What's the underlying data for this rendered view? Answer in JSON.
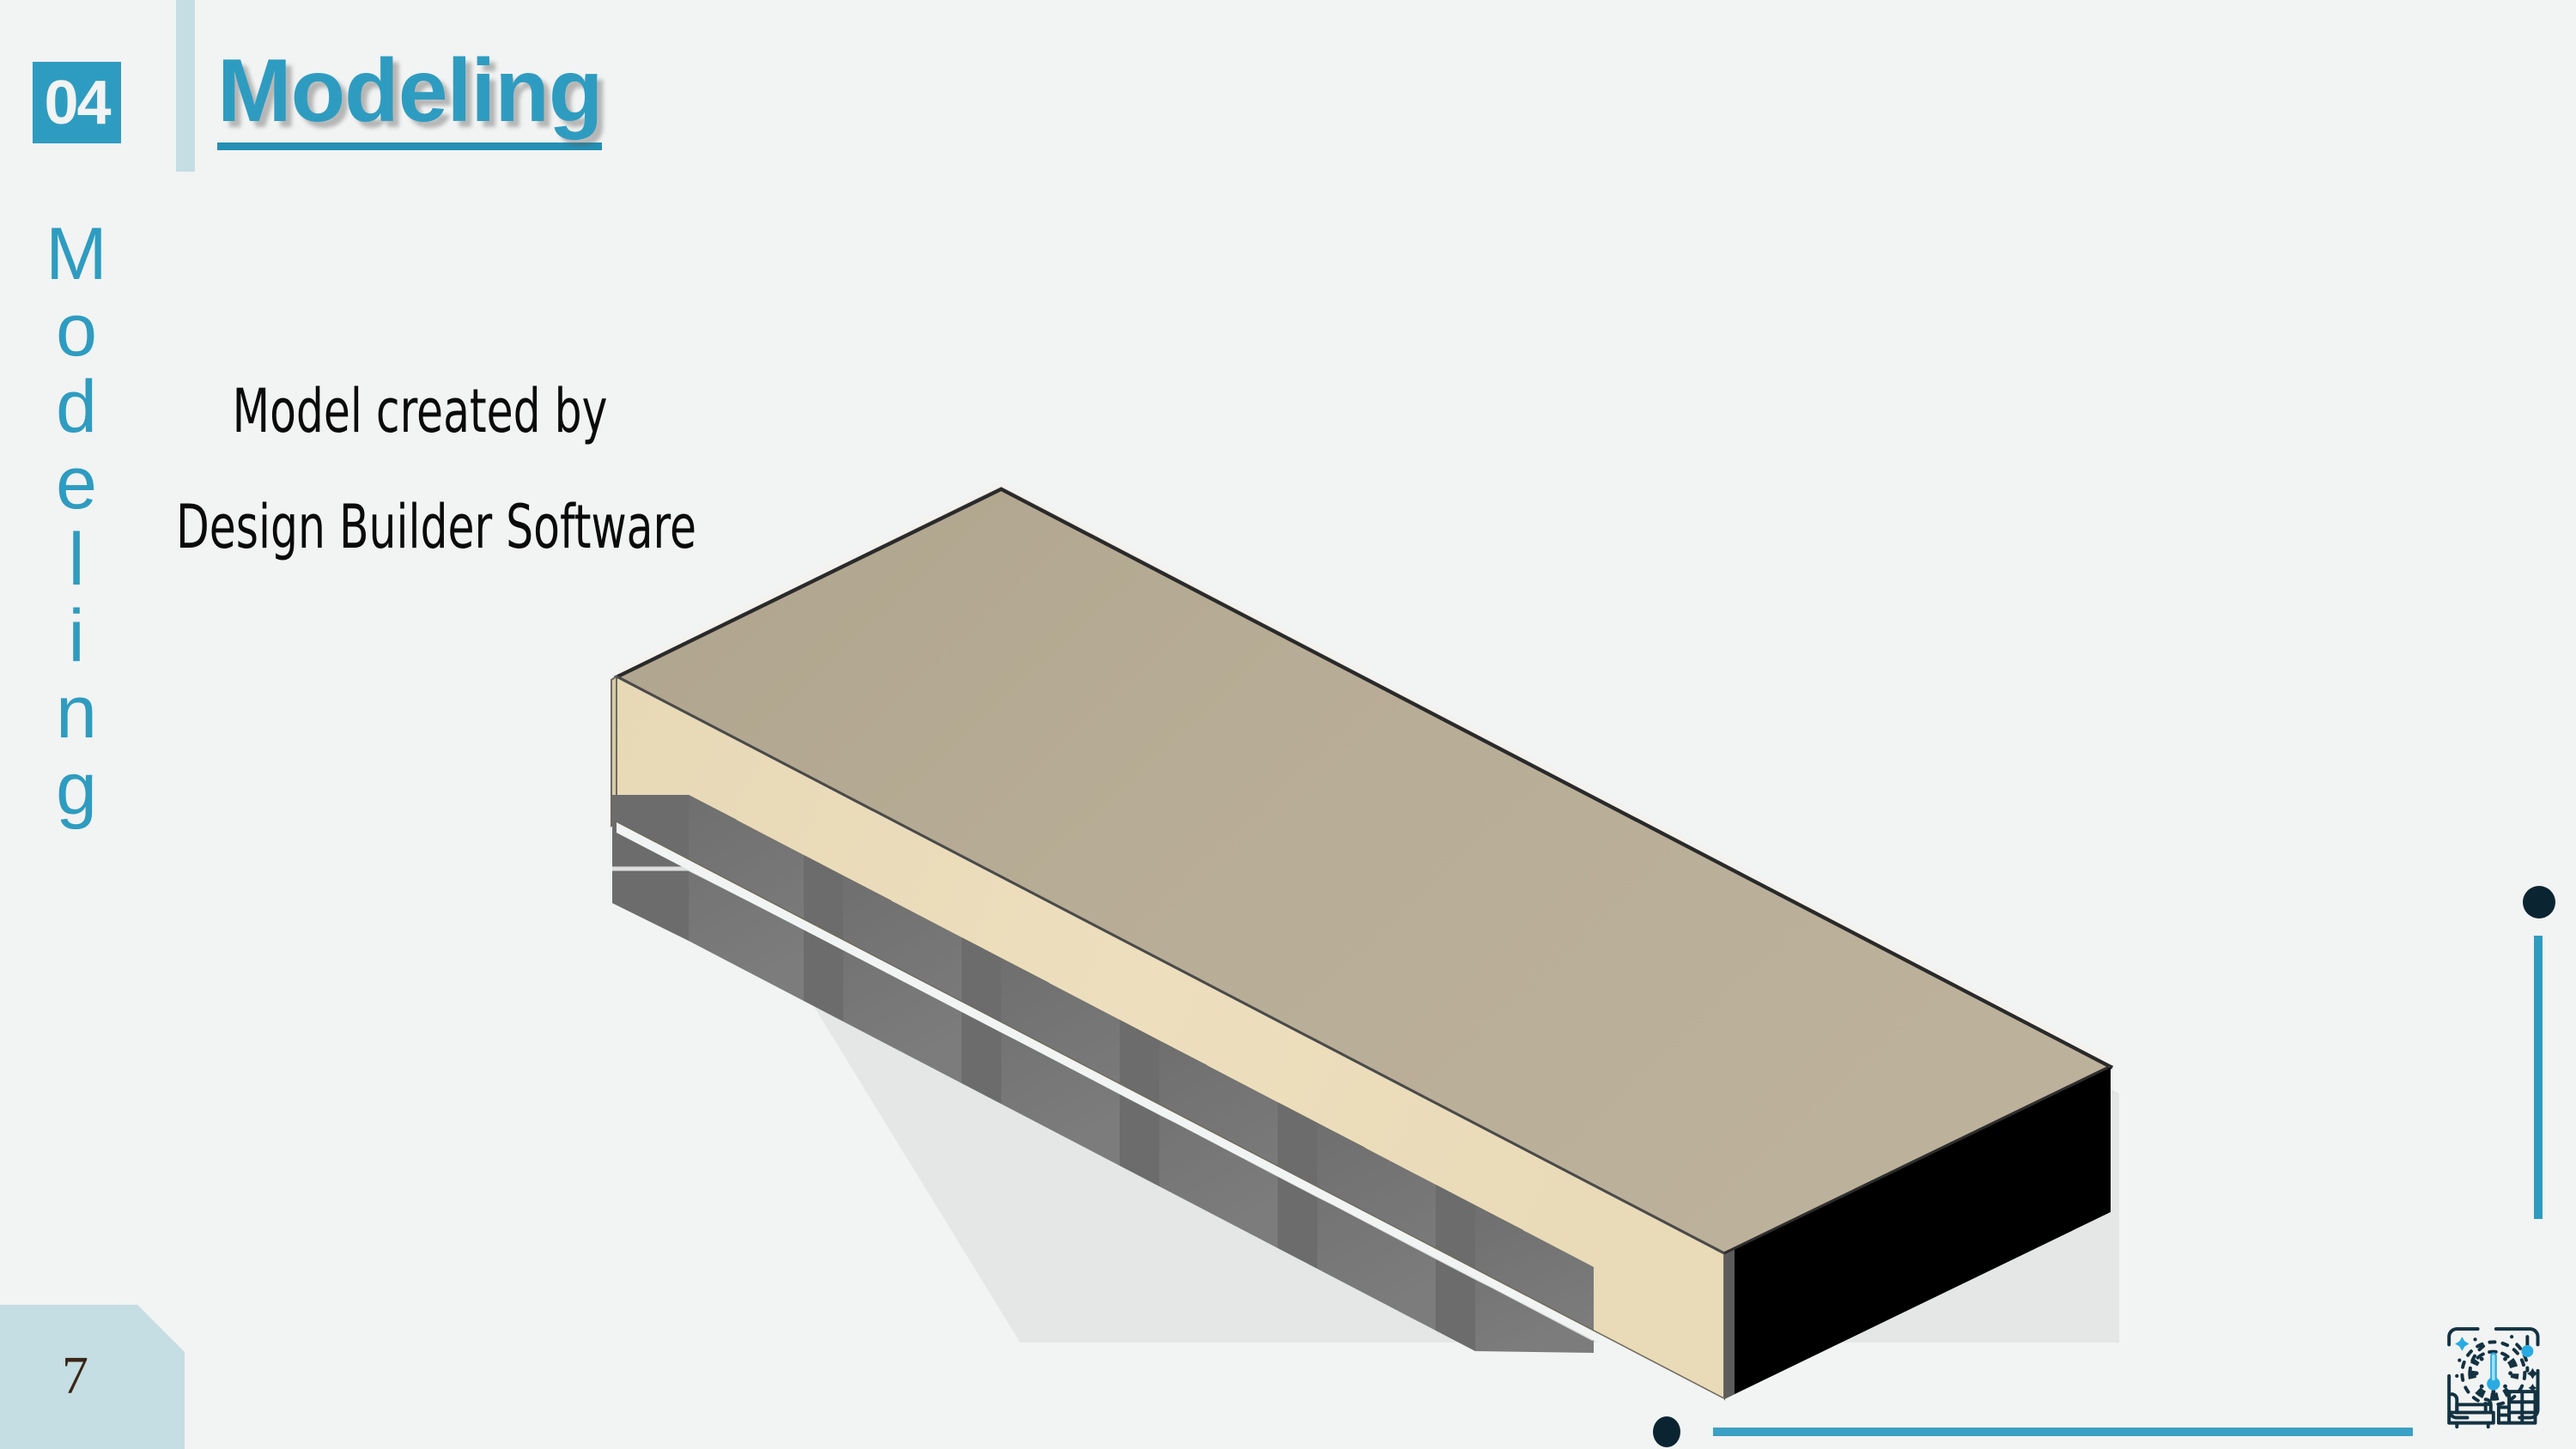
{
  "slide": {
    "background_color": "#F2F3F3",
    "accent_color": "#2E9CC0",
    "accent_light_color": "#C5DEE3",
    "dark_color": "#0B2432",
    "page_number": "7"
  },
  "header": {
    "section_number": "04",
    "title": "Modeling"
  },
  "sidebar": {
    "vertical_word": "Modeling",
    "letters": [
      "M",
      "o",
      "d",
      "e",
      "l",
      "i",
      "n",
      "g"
    ]
  },
  "body": {
    "caption_line_1": "Model created by",
    "caption_line_2": "Design Builder Software"
  },
  "model": {
    "description": "3D isometric building massing model",
    "roof_color": "#B4A992",
    "wall_color": "#EADCB9",
    "window_color": "#757575",
    "end_wall_color": "#000000",
    "window_count": 6,
    "window_reveal_color": "#4A4A4A",
    "edge_color": "#3A3A3A"
  },
  "decorations": {
    "right_dot": "dot",
    "right_line": "vertical-accent-line",
    "bottom_dot": "dot",
    "bottom_line": "horizontal-accent-line"
  },
  "logo": {
    "name": "thermal-comfort-logo",
    "outline_color": "#133242",
    "accent_color": "#29ABE2"
  }
}
